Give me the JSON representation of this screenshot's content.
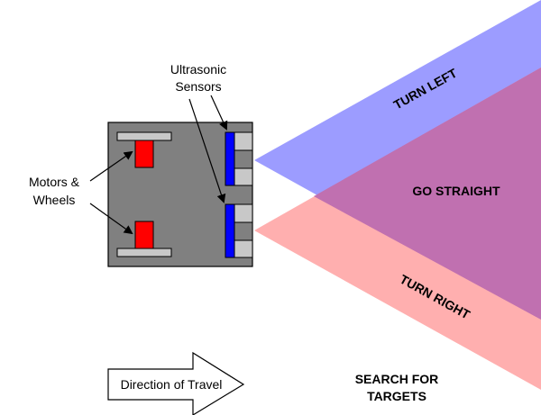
{
  "labels": {
    "ultrasonic_line1": "Ultrasonic",
    "ultrasonic_line2": "Sensors",
    "motors_line1": "Motors &",
    "motors_line2": "Wheels",
    "turn_left": "TURN LEFT",
    "go_straight": "GO STRAIGHT",
    "turn_right": "TURN RIGHT",
    "direction": "Direction of Travel",
    "search_line1": "SEARCH FOR",
    "search_line2": "TARGETS"
  },
  "colors": {
    "body": "#808080",
    "body_stroke": "#000000",
    "axle": "#c8c8c8",
    "motor": "#ff0000",
    "sensor": "#0000ff",
    "sensor_housing": "#c8c8c8",
    "left_beam": "#8080ff",
    "right_beam": "#ff9999",
    "overlap": "#c070b0"
  }
}
